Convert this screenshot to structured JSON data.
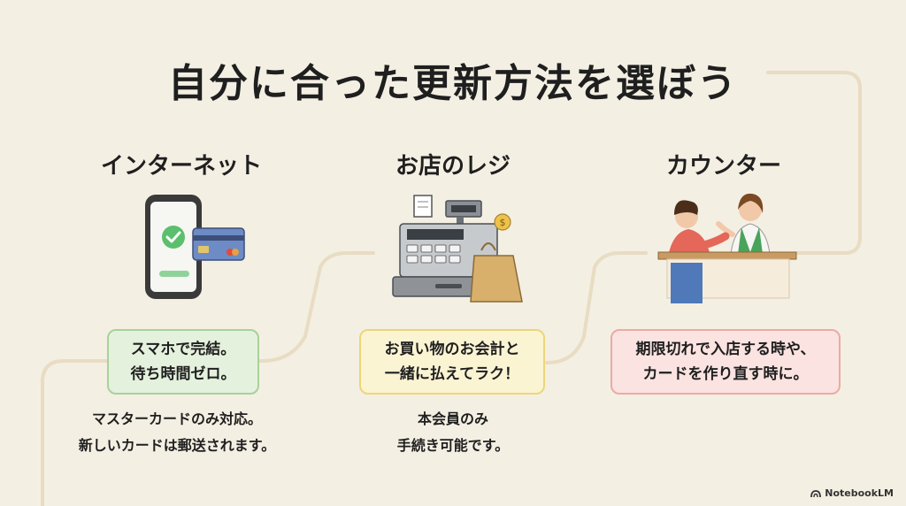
{
  "title": "自分に合った更新方法を選ぼう",
  "columns": [
    {
      "heading": "インターネット",
      "box_lines": [
        "スマホで完結。",
        "待ち時間ゼロ。"
      ],
      "note_lines": [
        "マスターカードのみ対応。",
        "新しいカードは郵送されます。"
      ]
    },
    {
      "heading": "お店のレジ",
      "box_lines": [
        "お買い物のお会計と",
        "一緒に払えてラク！"
      ],
      "note_lines": [
        "本会員のみ",
        "手続き可能です。"
      ]
    },
    {
      "heading": "カウンター",
      "box_lines": [
        "期限切れで入店する時や、",
        "カードを作り直す時に。"
      ],
      "note_lines": []
    }
  ],
  "brand": "NotebookLM",
  "colors": {
    "background": "#f4efe3",
    "connector": "#e8dcc3",
    "green_box": "#e4f1dd",
    "yellow_box": "#fbf4d3",
    "pink_box": "#fae3e1"
  }
}
